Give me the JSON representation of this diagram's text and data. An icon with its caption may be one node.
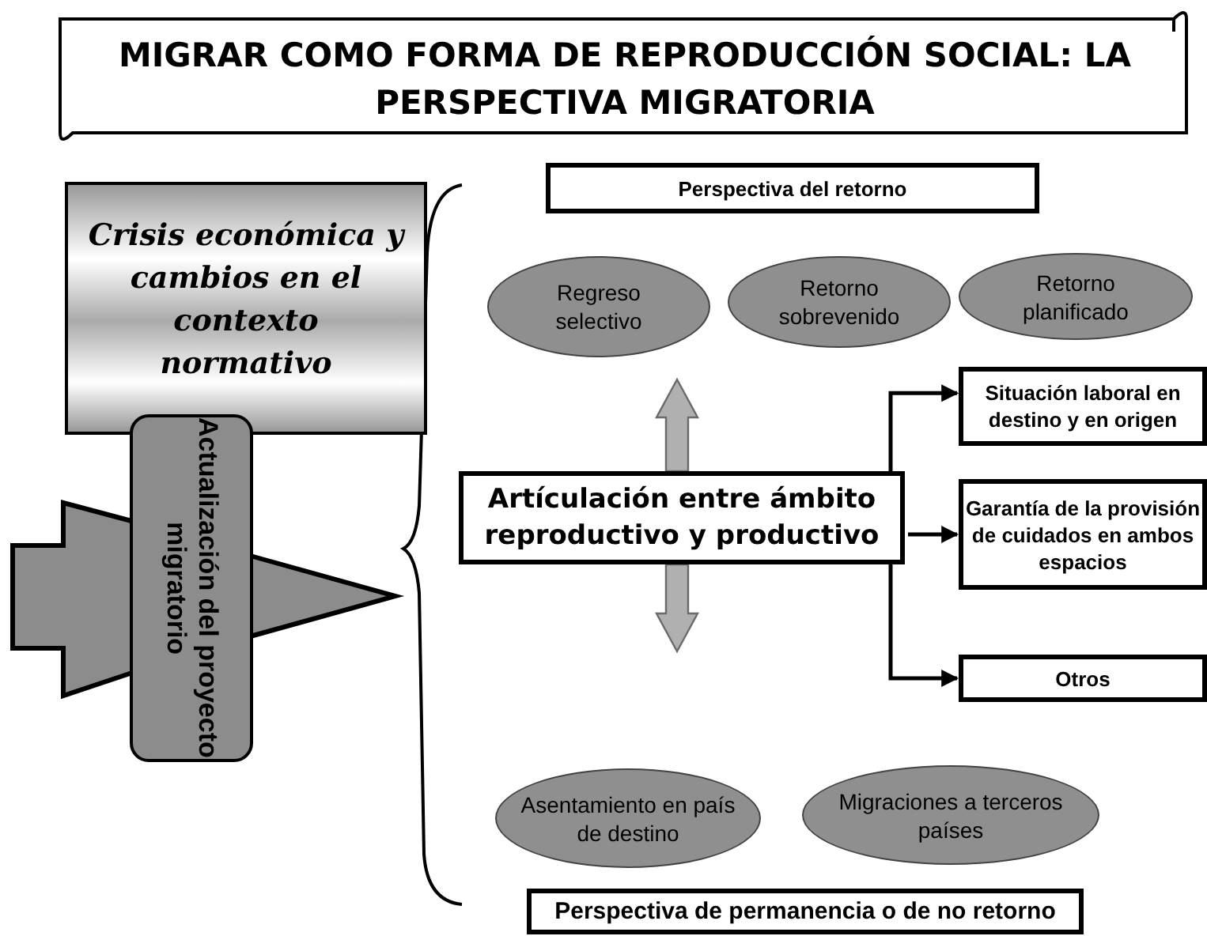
{
  "diagram": {
    "title": "MIGRAR COMO FORMA DE REPRODUCCIÓN SOCIAL: LA PERSPECTIVA MIGRATORIA",
    "nodes": [
      {
        "text": [
          "Crisis económica y cambios en el contexto normativo"
        ]
      },
      {
        "text": [
          "Actualización del proyecto migratorio"
        ]
      },
      {
        "text": [
          "Perspectiva del retorno"
        ]
      },
      {
        "text": [
          "Regreso selectivo"
        ]
      },
      {
        "text": [
          "Retorno sobrevenido"
        ]
      },
      {
        "text": [
          "Retorno planificado"
        ]
      },
      {
        "text": [
          "Artículación entre ámbito reproductivo y productivo"
        ]
      },
      {
        "text": [
          "Situación laboral en destino y  en origen"
        ]
      },
      {
        "text": [
          "Garantía de la provisión de cuidados en ambos espacios"
        ]
      },
      {
        "text": [
          "Otros"
        ]
      },
      {
        "text": [
          "Asentamiento en país de destino"
        ]
      },
      {
        "text": [
          "Migraciones a terceros países"
        ]
      },
      {
        "text": [
          "Perspectiva de permanencia o de no retorno"
        ]
      }
    ],
    "edges": [
      {
        "from": 6,
        "to": 3,
        "arrow": "to",
        "style": "thick",
        "color": "#b0b0b0"
      },
      {
        "from": 6,
        "to": null,
        "arrow": "to",
        "style": "thick",
        "color": "#b0b0b0"
      },
      {
        "from": 1,
        "to": 6,
        "arrow": "to",
        "style": "thick",
        "color": "#8c8c8c"
      },
      {
        "from": 6,
        "to": 7,
        "arrow": "to"
      },
      {
        "from": 6,
        "to": 8,
        "arrow": "to"
      },
      {
        "from": 6,
        "to": 9,
        "arrow": "to"
      }
    ]
  }
}
